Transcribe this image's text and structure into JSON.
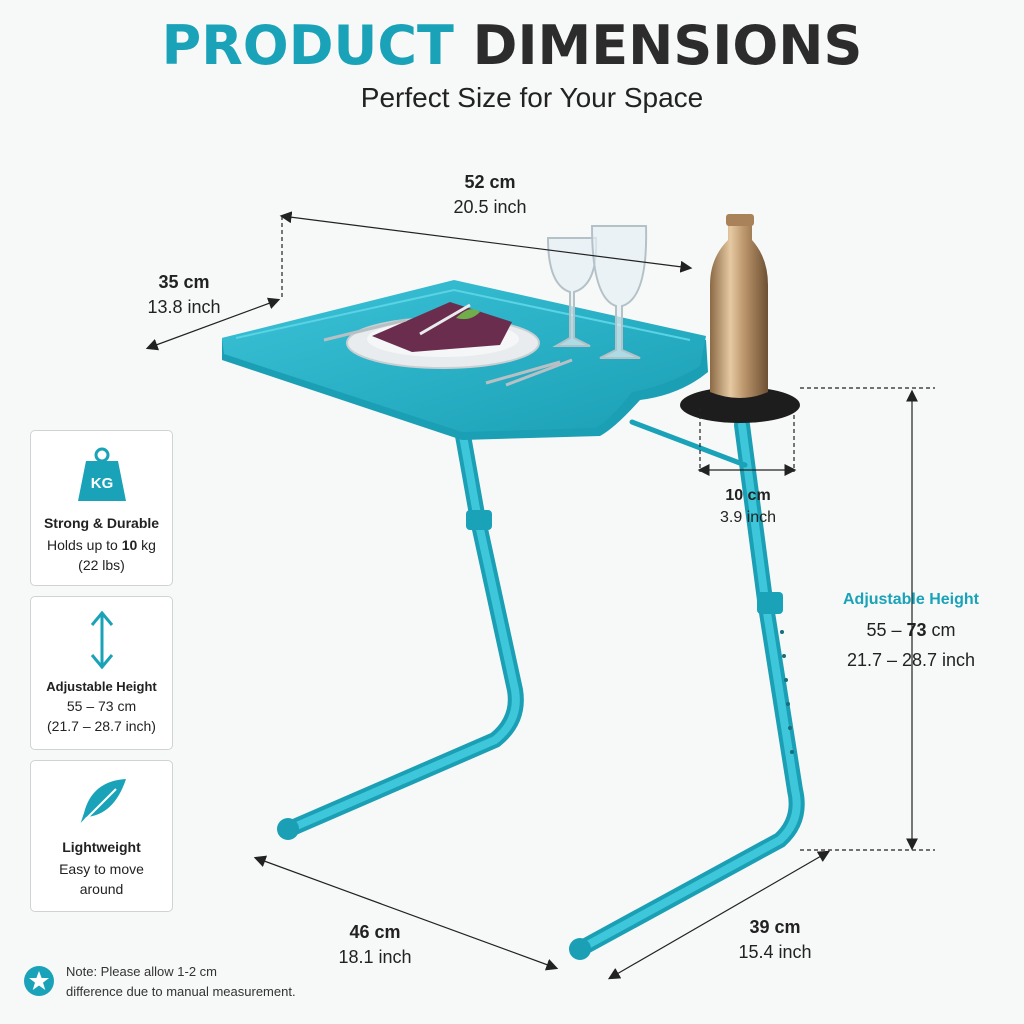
{
  "header": {
    "title_part1": "PRODUCT",
    "title_part2": "DIMENSIONS",
    "subtitle": "Perfect Size for Your Space"
  },
  "dimensions": {
    "width": {
      "cm": "52 cm",
      "inch": "20.5 inch"
    },
    "depth": {
      "cm": "35 cm",
      "inch": "13.8 inch"
    },
    "cup_holder": {
      "cm": "10 cm",
      "inch": "3.9 inch"
    },
    "height": {
      "title": "Adjustable Height",
      "cm_prefix": "55 – ",
      "cm_bold": "73",
      "cm_suffix": " cm",
      "inch": "21.7 – 28.7 inch"
    },
    "base_width": {
      "cm": "46 cm",
      "inch": "18.1 inch"
    },
    "base_depth": {
      "cm": "39 cm",
      "inch": "15.4 inch"
    }
  },
  "features": [
    {
      "icon": "kg-weight-icon",
      "icon_text": "KG",
      "label": "Strong & Durable",
      "line1_prefix": "Holds up to ",
      "line1_bold": "10",
      "line1_suffix": " kg",
      "line2": "(22 lbs)"
    },
    {
      "icon": "up-down-arrow-icon",
      "label": "Adjustable Height",
      "line1": "55 – 73 cm",
      "line2": "(21.7 – 28.7 inch)"
    },
    {
      "icon": "feather-icon",
      "label": "Lightweight",
      "line1": "Easy to move",
      "line2": "around"
    }
  ],
  "note": {
    "icon": "star-icon",
    "line1": "Note: Please allow 1-2 cm",
    "line2": "difference due to manual measurement."
  },
  "colors": {
    "accent": "#1aa3b8",
    "table": "#2bb5cc",
    "dark_text": "#2c2c2c"
  }
}
